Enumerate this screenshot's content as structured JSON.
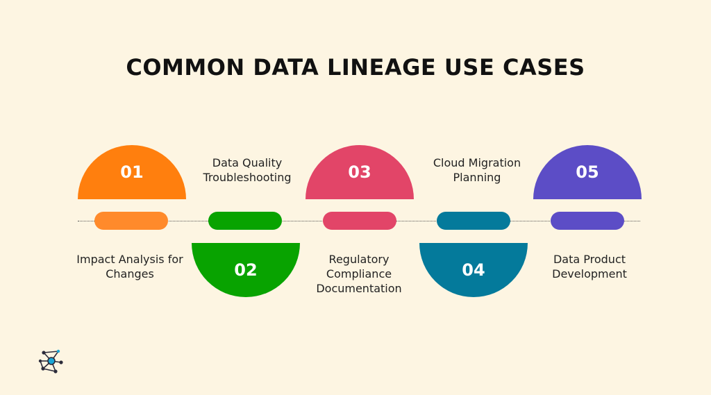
{
  "title": "COMMON DATA LINEAGE USE CASES",
  "use_cases": [
    {
      "number": "01",
      "label": "Impact Analysis for\nChanges",
      "color": "#ff7f0e",
      "pill_color": "#ff8a2b"
    },
    {
      "number": "02",
      "label": "Data Quality\nTroubleshooting",
      "color": "#08a300",
      "pill_color": "#08a300"
    },
    {
      "number": "03",
      "label": "Regulatory\nCompliance\nDocumentation",
      "color": "#e24568",
      "pill_color": "#e24568"
    },
    {
      "number": "04",
      "label": "Cloud Migration\nPlanning",
      "color": "#047a9b",
      "pill_color": "#047a9b"
    },
    {
      "number": "05",
      "label": "Data Product\nDevelopment",
      "color": "#5c4dc6",
      "pill_color": "#5c4dc6"
    }
  ],
  "logo_icon": "network-nodes-icon"
}
